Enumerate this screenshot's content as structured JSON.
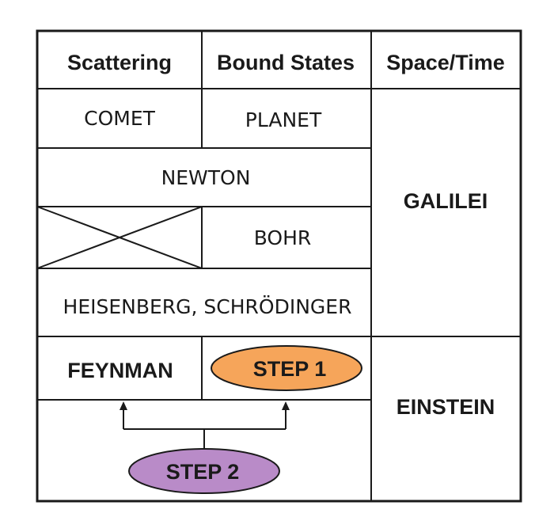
{
  "headers": {
    "scattering": "Scattering",
    "bound_states": "Bound States",
    "space_time": "Space/Time"
  },
  "cells": {
    "comet": "COMET",
    "planet": "PLANET",
    "newton": "NEWTON",
    "bohr": "BOHR",
    "heisenberg_schrodinger": "HEISENBERG,  SCHRÖDINGER",
    "feynman": "FEYNMAN",
    "galilei": "GALILEI",
    "einstein": "EINSTEIN"
  },
  "steps": {
    "step1": {
      "label": "STEP 1",
      "color": "#f6a55a"
    },
    "step2": {
      "label": "STEP 2",
      "color": "#b98bc8"
    }
  },
  "colors": {
    "line": "#1a1a1a",
    "background": "#ffffff"
  }
}
